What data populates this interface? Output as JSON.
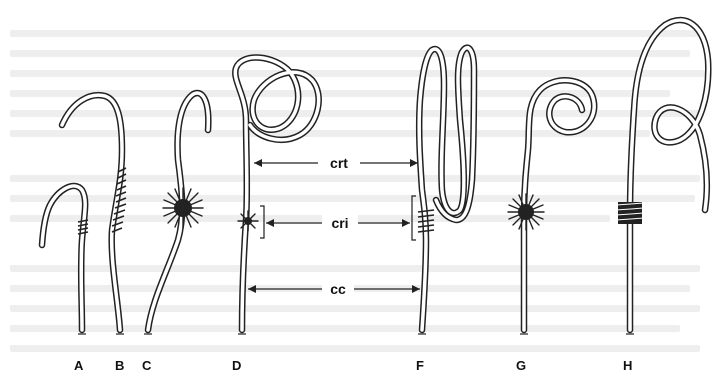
{
  "figure": {
    "letters": [
      "A",
      "B",
      "C",
      "D",
      "F",
      "G",
      "H"
    ],
    "annotations": {
      "crt": "crt",
      "cri": "cri",
      "cc": "cc"
    }
  },
  "colors": {
    "ink": "#222222",
    "background": "#ffffff",
    "bleed_through": "#eeeeee"
  }
}
